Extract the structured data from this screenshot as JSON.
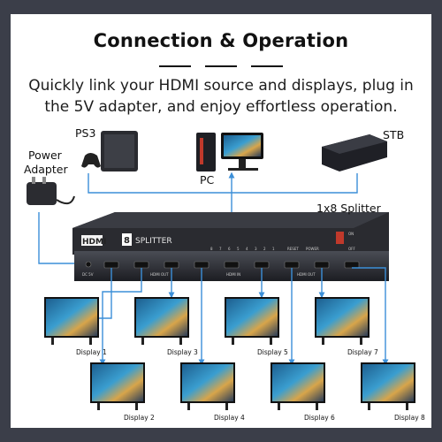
{
  "title": "Connection & Operation",
  "subtitle_line1": "Quickly link your HDMI source and displays, plug in",
  "subtitle_line2": "the 5V adapter, and enjoy effortless operation.",
  "labels": {
    "ps3": "PS3",
    "pc": "PC",
    "stb": "STB",
    "power_adapter_line1": "Power",
    "power_adapter_line2": "Adapter",
    "splitter": "1x8 Splitter"
  },
  "device": {
    "logo": "HDMI",
    "badge": "8",
    "name": "SPLITTER",
    "port_numbers": [
      "8",
      "7",
      "6",
      "5",
      "4",
      "3",
      "2",
      "1"
    ],
    "reset_label": "RESET",
    "power_label": "POWER",
    "on_label": "ON",
    "off_label": "OFF",
    "dc_label": "DC 5V",
    "hdmi_out_label": "HDMI OUT",
    "hdmi_in_label": "HDMI IN"
  },
  "displays": [
    "Display 1",
    "Display 2",
    "Display 3",
    "Display 4",
    "Display 5",
    "Display 6",
    "Display 7",
    "Display 8"
  ],
  "colors": {
    "connector": "#3c8fd8",
    "background": "#3b3e49",
    "card": "#ffffff"
  }
}
